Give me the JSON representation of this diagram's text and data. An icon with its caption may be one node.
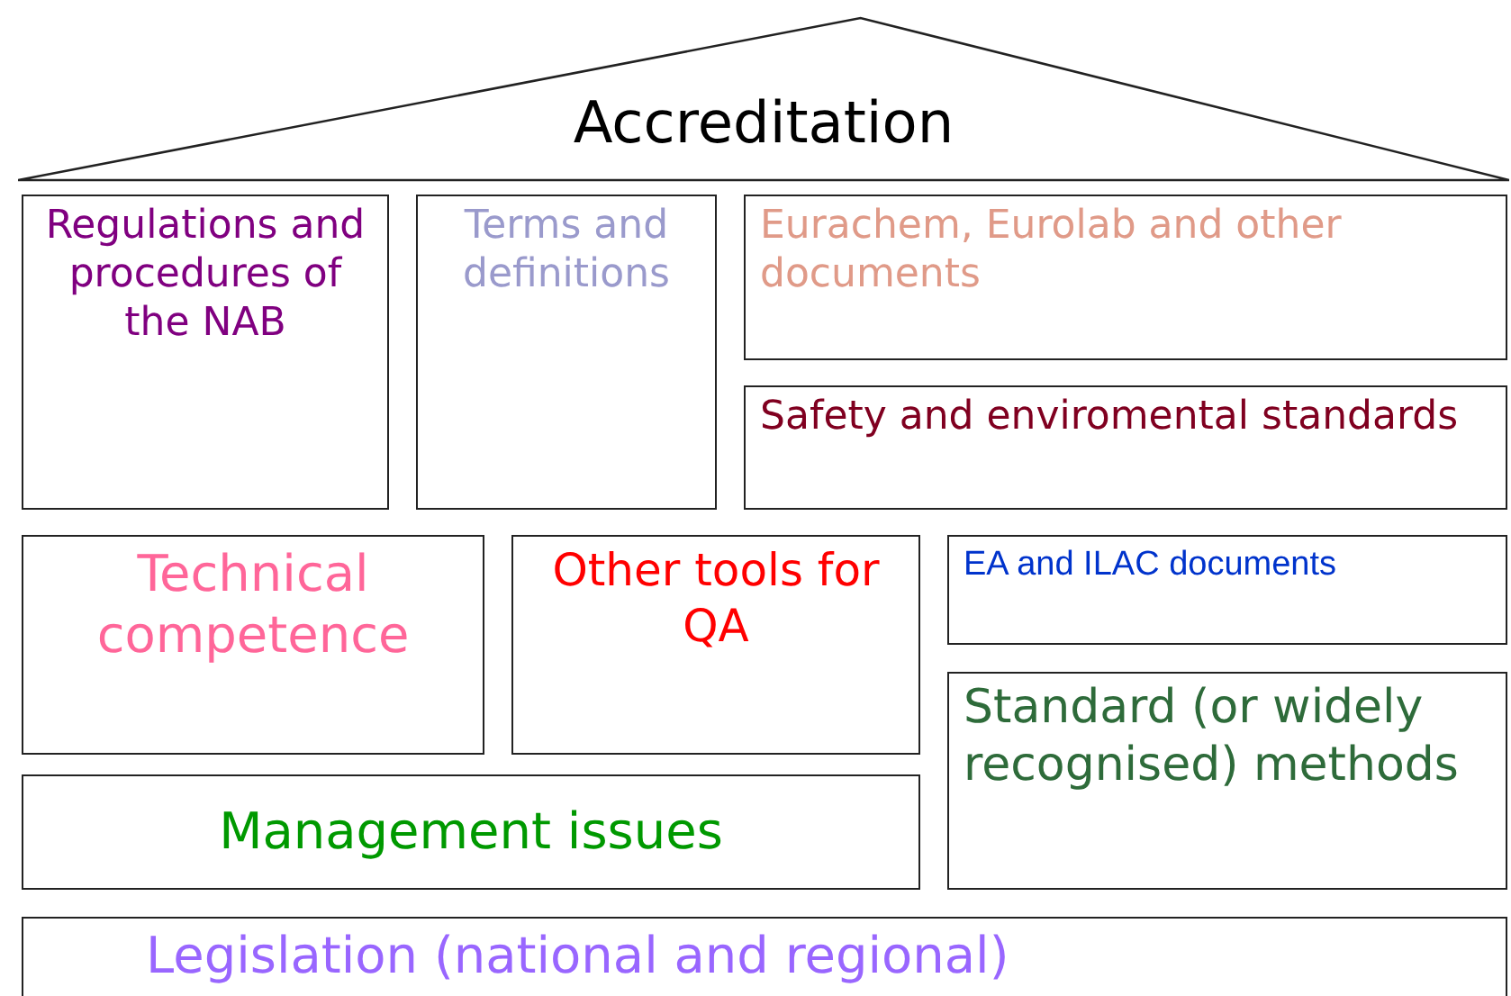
{
  "diagram": {
    "nodes": [
      {
        "text": [
          "Accreditation"
        ]
      },
      {
        "text": [
          "Regulations and procedures of the NAB"
        ]
      },
      {
        "text": [
          "Terms and definitions"
        ]
      },
      {
        "text": [
          "Eurachem, Eurolab and other documents"
        ]
      },
      {
        "text": [
          "Safety and enviromental standards"
        ]
      },
      {
        "text": [
          "Technical competence"
        ]
      },
      {
        "text": [
          "Other tools for QA"
        ]
      },
      {
        "text": [
          "EA and ILAC documents"
        ]
      },
      {
        "text": [
          "Standard (or widely recognised) methods"
        ]
      },
      {
        "text": [
          "Management issues"
        ]
      },
      {
        "text": [
          "Legislation (national and regional)"
        ]
      }
    ],
    "edges": []
  }
}
